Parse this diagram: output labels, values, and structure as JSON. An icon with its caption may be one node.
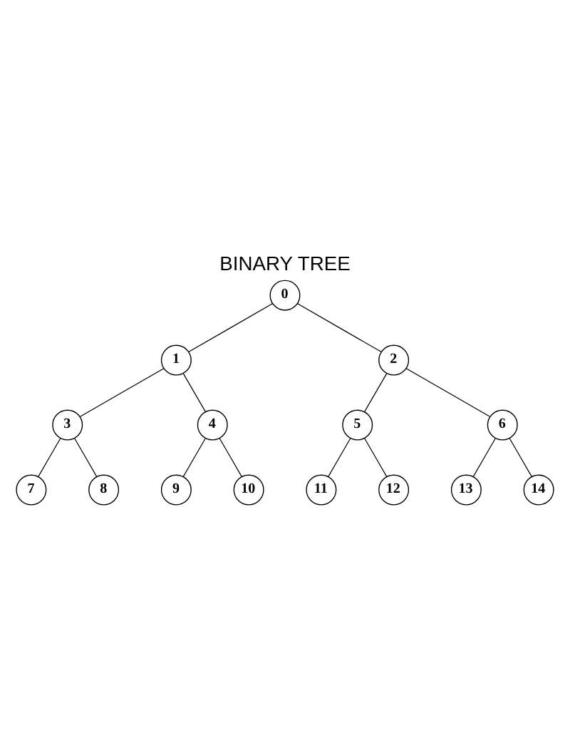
{
  "diagram": {
    "title": "BINARY TREE",
    "nodes": [
      {
        "text": [
          "0"
        ]
      },
      {
        "text": [
          "1"
        ]
      },
      {
        "text": [
          "2"
        ]
      },
      {
        "text": [
          "3"
        ]
      },
      {
        "text": [
          "4"
        ]
      },
      {
        "text": [
          "5"
        ]
      },
      {
        "text": [
          "6"
        ]
      },
      {
        "text": [
          "7"
        ]
      },
      {
        "text": [
          "8"
        ]
      },
      {
        "text": [
          "9"
        ]
      },
      {
        "text": [
          "10"
        ]
      },
      {
        "text": [
          "11"
        ]
      },
      {
        "text": [
          "12"
        ]
      },
      {
        "text": [
          "13"
        ]
      },
      {
        "text": [
          "14"
        ]
      }
    ],
    "edges": [
      {
        "from": 0,
        "to": 1,
        "arrow": "none"
      },
      {
        "from": 0,
        "to": 2,
        "arrow": "none"
      },
      {
        "from": 1,
        "to": 3,
        "arrow": "none"
      },
      {
        "from": 1,
        "to": 4,
        "arrow": "none"
      },
      {
        "from": 2,
        "to": 5,
        "arrow": "none"
      },
      {
        "from": 2,
        "to": 6,
        "arrow": "none"
      },
      {
        "from": 3,
        "to": 7,
        "arrow": "none"
      },
      {
        "from": 3,
        "to": 8,
        "arrow": "none"
      },
      {
        "from": 4,
        "to": 9,
        "arrow": "none"
      },
      {
        "from": 4,
        "to": 10,
        "arrow": "none"
      },
      {
        "from": 5,
        "to": 11,
        "arrow": "none"
      },
      {
        "from": 5,
        "to": 12,
        "arrow": "none"
      },
      {
        "from": 6,
        "to": 13,
        "arrow": "none"
      },
      {
        "from": 6,
        "to": 14,
        "arrow": "none"
      }
    ]
  }
}
